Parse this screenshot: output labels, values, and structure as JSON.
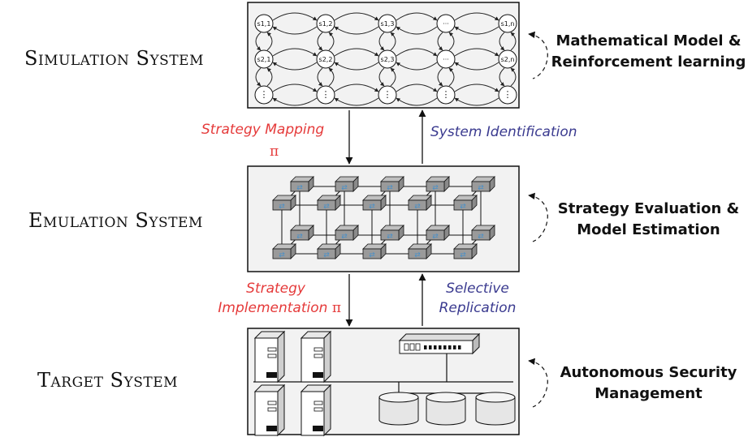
{
  "systems": {
    "simulation": "Simulation System",
    "emulation": "Emulation System",
    "target": "Target System"
  },
  "side_labels": {
    "simulation_line1": "Mathematical Model &",
    "simulation_line2": "Reinforcement learning",
    "emulation_line1": "Strategy Evaluation &",
    "emulation_line2": "Model Estimation",
    "target_line1": "Autonomous Security",
    "target_line2": "Management"
  },
  "arrows": {
    "strategy_mapping": "Strategy Mapping",
    "strategy_mapping_pi": "π",
    "system_identification": "System Identification",
    "strategy_line1": "Strategy",
    "strategy_line2": "Implementation",
    "strategy_pi": "π",
    "selective": "Selective",
    "replication": "Replication"
  },
  "states": {
    "row1": [
      "s1,1",
      "s1,2",
      "s1,3",
      "···",
      "s1,n"
    ],
    "row2": [
      "s2,1",
      "s2,2",
      "s2,3",
      "···",
      "s2,n"
    ],
    "row3": [
      "⋮",
      "⋮",
      "⋮",
      "⋮",
      "⋮"
    ]
  },
  "colors": {
    "strategy": "#e53a3a",
    "identification": "#3a3a8f",
    "box_fill": "#f2f2f2",
    "switch_blue": "#4a90c8"
  }
}
